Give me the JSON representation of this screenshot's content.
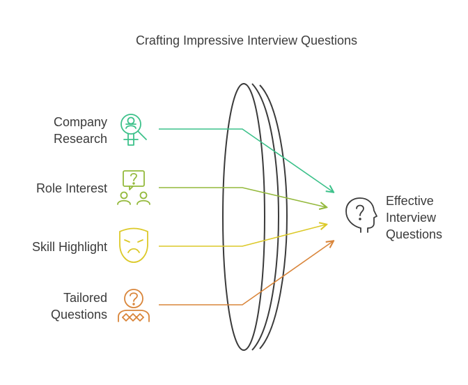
{
  "title": "Crafting Impressive Interview Questions",
  "inputs": [
    {
      "label_lines": [
        "Company",
        "Research"
      ],
      "icon": "magnifier-person-icon",
      "color": "#3cc18a"
    },
    {
      "label_lines": [
        "Role Interest"
      ],
      "icon": "people-question-icon",
      "color": "#94b93c"
    },
    {
      "label_lines": [
        "Skill Highlight"
      ],
      "icon": "sad-mask-icon",
      "color": "#dcc928"
    },
    {
      "label_lines": [
        "Tailored",
        "Questions"
      ],
      "icon": "question-person-icon",
      "color": "#d9853a"
    }
  ],
  "output": {
    "label_lines": [
      "Effective",
      "Interview",
      "Questions"
    ],
    "icon": "head-question-icon",
    "color": "#3a3a3a"
  }
}
